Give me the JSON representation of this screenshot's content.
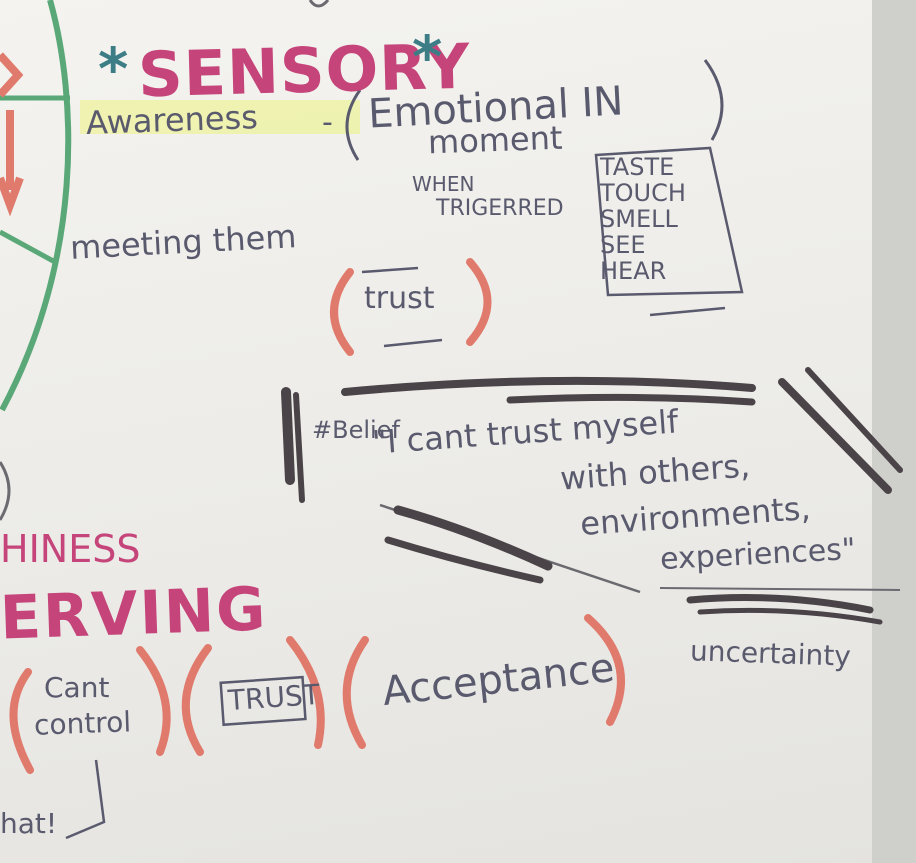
{
  "notes": {
    "sensory_heading": "SENSORY",
    "awareness": "Awareness",
    "emotional_line1": "Emotional IN",
    "emotional_line2": "moment",
    "when_triggered_1": "WHEN",
    "when_triggered_2": "TRIGERRED",
    "senses": [
      "TASTE",
      "TOUCH",
      "SMELL",
      "SEE",
      "HEAR"
    ],
    "meeting_them": "meeting them",
    "trust_1": "trust",
    "belief_label": "#Belief",
    "belief_quote_1": "\"I cant trust myself",
    "belief_quote_2": "with others,",
    "belief_quote_3": "environments,",
    "belief_quote_4": "experiences\"",
    "uncertainty": "uncertainty",
    "hiness": "HINESS",
    "serving": "ERVING",
    "cant_control_1": "Cant",
    "cant_control_2": "control",
    "trust_2": "TRUST",
    "acceptance": "Acceptance",
    "partial_bottom": "hat!"
  },
  "colors": {
    "marker_pink": "#c5457a",
    "marker_teal": "#3d7d86",
    "marker_green": "#5aa878",
    "marker_coral": "#e07a6c",
    "pen_grey": "#5a5a6e",
    "highlighter_yellow": "#eef2a0",
    "dark_marker": "#4a4448"
  }
}
